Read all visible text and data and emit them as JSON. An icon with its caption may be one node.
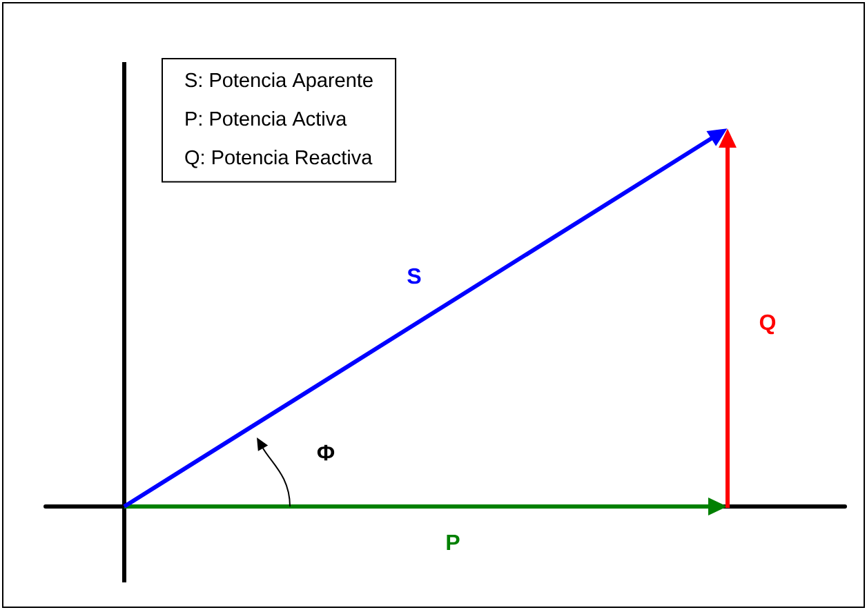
{
  "diagram": {
    "nodes": [
      {
        "text": [
          "S: Potencia Aparente",
          "P: Potencia Activa",
          "Q: Potencia Reactiva"
        ]
      }
    ],
    "labels": [
      "S",
      "Q",
      "Φ",
      "P"
    ]
  }
}
